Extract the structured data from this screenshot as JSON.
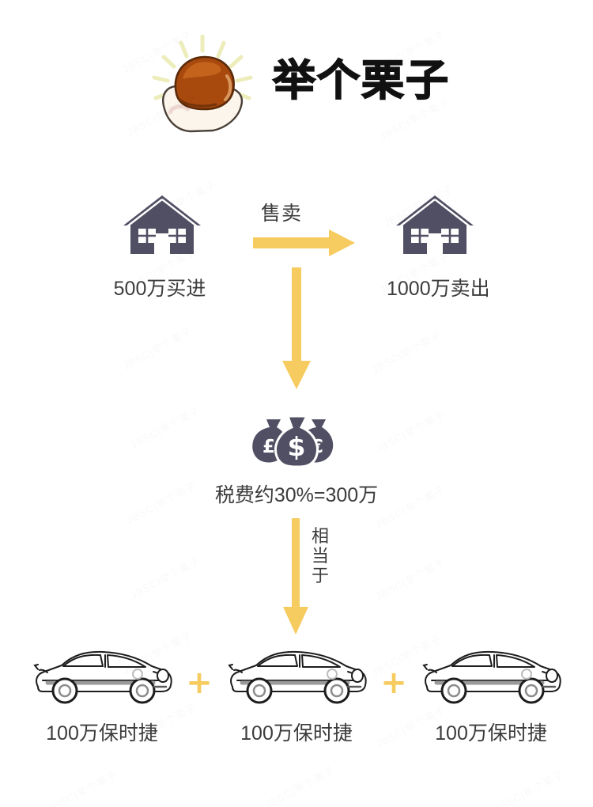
{
  "logo": {
    "icon": "hand-holding-chestnut-icon",
    "text": "举个栗子",
    "chestnut_color": "#A8490E",
    "chestnut_highlight": "#C4631C",
    "hand_color": "#FBF3E9",
    "ray_color": "#EDEDBB"
  },
  "flow": {
    "step1": {
      "left": {
        "icon": "house-icon",
        "caption": "500万买进"
      },
      "right": {
        "icon": "house-icon",
        "caption": "1000万卖出"
      },
      "connector_label": "售卖",
      "connector_icon": "right-arrow-icon"
    },
    "step2": {
      "connector_icon": "down-arrow-icon",
      "icon": "money-bags-icon",
      "bag_symbols": [
        "£",
        "$",
        "€"
      ],
      "caption": "税费约30%=300万"
    },
    "step3": {
      "connector_icon": "down-arrow-icon",
      "connector_label_chars": [
        "相",
        "当",
        "于"
      ],
      "operator": "+",
      "cars": [
        {
          "icon": "sports-car-icon",
          "caption": "100万保时捷"
        },
        {
          "icon": "sports-car-icon",
          "caption": "100万保时捷"
        },
        {
          "icon": "sports-car-icon",
          "caption": "100万保时捷"
        }
      ]
    }
  },
  "colors": {
    "arrow_yellow": "#F6CB5F",
    "icon_slate": "#514F63",
    "text_dark": "#3c3c3c",
    "background": "#FFFFFF"
  },
  "watermark": {
    "text": "JBSC|举个栗子"
  }
}
